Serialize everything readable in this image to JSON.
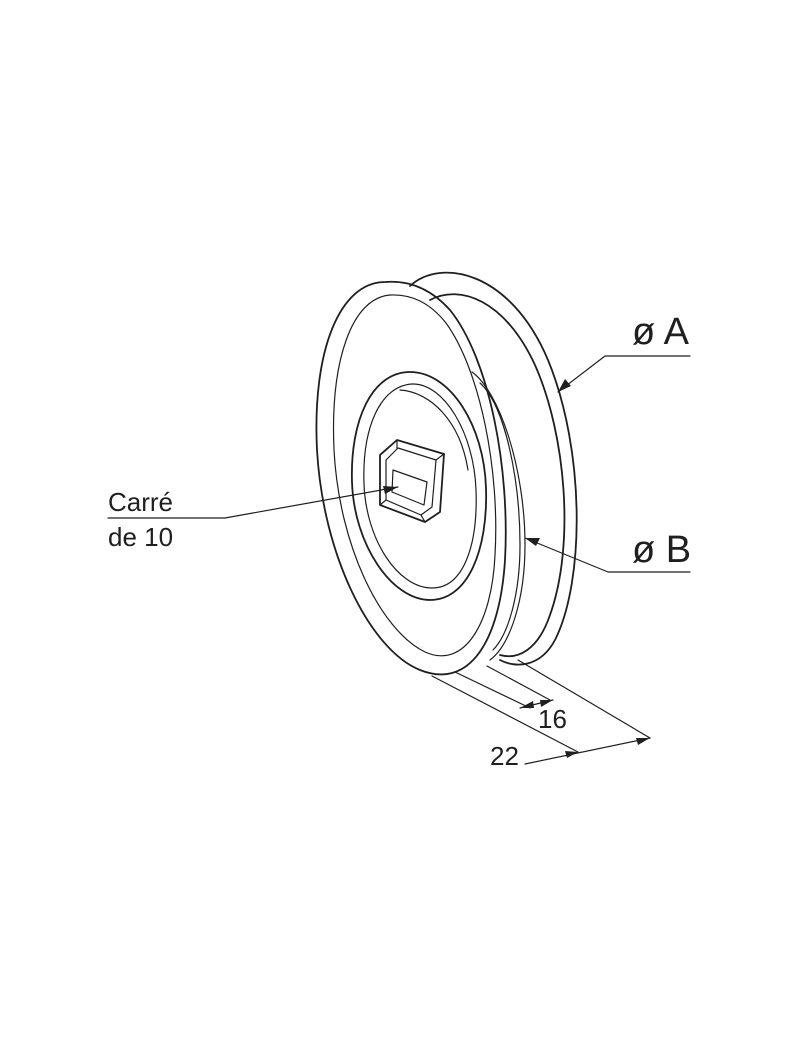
{
  "labels": {
    "dia_a": "ø A",
    "dia_b": "ø B",
    "square_line1": "Carré",
    "square_line2": "de 10",
    "width_inner": "16",
    "width_outer": "22"
  }
}
